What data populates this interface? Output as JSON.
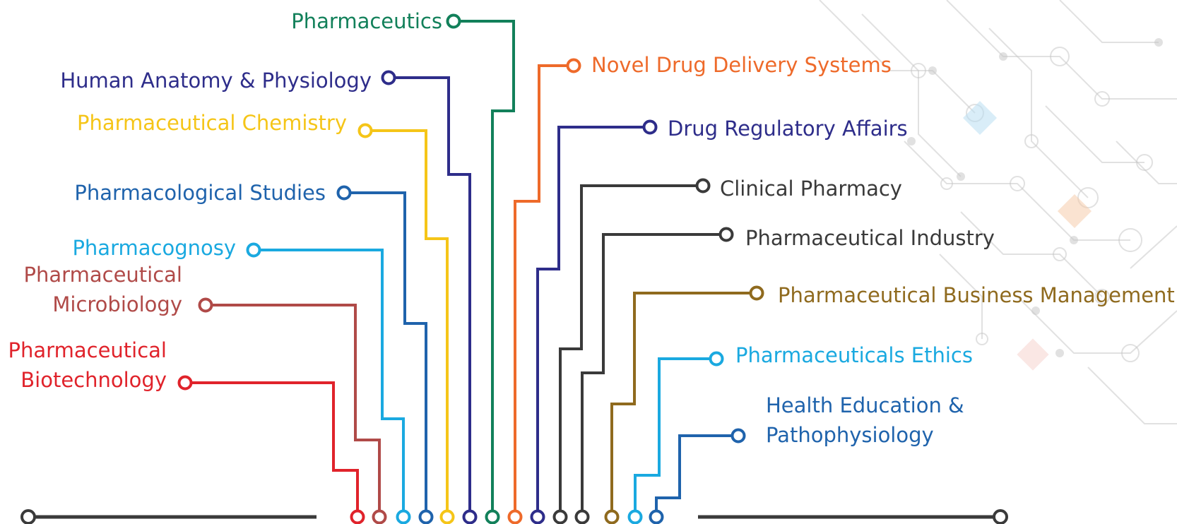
{
  "topics": [
    {
      "id": "pharmaceutics",
      "lines": [
        "Pharmaceutics"
      ],
      "color": "#12805a"
    },
    {
      "id": "human-anatomy-physiology",
      "lines": [
        "Human Anatomy & Physiology"
      ],
      "color": "#2e2d8a"
    },
    {
      "id": "pharmaceutical-chemistry",
      "lines": [
        "Pharmaceutical Chemistry"
      ],
      "color": "#f5c518"
    },
    {
      "id": "pharmacological-studies",
      "lines": [
        "Pharmacological Studies"
      ],
      "color": "#1f63ac"
    },
    {
      "id": "pharmacognosy",
      "lines": [
        "Pharmacognosy"
      ],
      "color": "#1aa9e0"
    },
    {
      "id": "pharmaceutical-microbiology",
      "lines": [
        "Pharmaceutical",
        "Microbiology"
      ],
      "color": "#b04a48"
    },
    {
      "id": "pharmaceutical-biotechnology",
      "lines": [
        "Pharmaceutical",
        "Biotechnology"
      ],
      "color": "#e0232b"
    },
    {
      "id": "novel-drug-delivery-systems",
      "lines": [
        "Novel Drug Delivery Systems"
      ],
      "color": "#ee6a2a"
    },
    {
      "id": "drug-regulatory-affairs",
      "lines": [
        "Drug Regulatory Affairs"
      ],
      "color": "#2e2d8a"
    },
    {
      "id": "clinical-pharmacy",
      "lines": [
        "Clinical Pharmacy"
      ],
      "color": "#3a3a3a"
    },
    {
      "id": "pharmaceutical-industry",
      "lines": [
        "Pharmaceutical Industry"
      ],
      "color": "#3a3a3a"
    },
    {
      "id": "pharmaceutical-business-management",
      "lines": [
        "Pharmaceutical Business Management"
      ],
      "color": "#8f6a1e"
    },
    {
      "id": "pharmaceuticals-ethics",
      "lines": [
        "Pharmaceuticals Ethics"
      ],
      "color": "#1aa9e0"
    },
    {
      "id": "health-education-pathophysiology",
      "lines": [
        "Health Education &",
        "Pathophysiology"
      ],
      "color": "#1f63ac"
    }
  ],
  "baseline_color": "#3a3a3a",
  "background_decoration_color": "#c9c9c9"
}
